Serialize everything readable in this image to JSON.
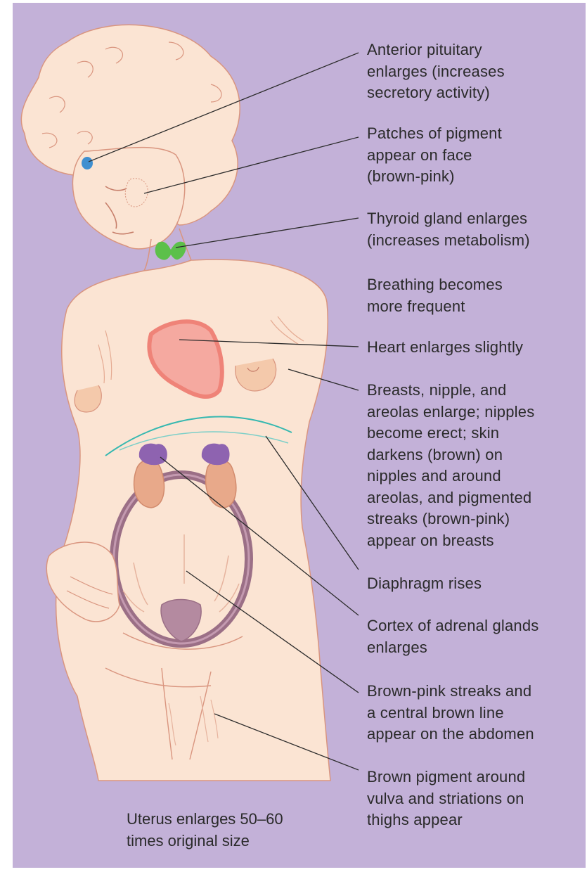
{
  "labels": {
    "pituitary": "Anterior pituitary\nenlarges (increases\nsecretory activity)",
    "face_pigment": "Patches of pigment\nappear on face\n(brown-pink)",
    "thyroid": "Thyroid gland enlarges\n(increases metabolism)",
    "breathing": "Breathing becomes\nmore frequent",
    "heart": "Heart enlarges slightly",
    "breasts": "Breasts, nipple, and\nareolas enlarge; nipples\nbecome erect; skin\ndarkens (brown) on\nnipples and around\nareolas, and pigmented\nstreaks (brown-pink)\nappear on breasts",
    "diaphragm": "Diaphragm rises",
    "adrenal": "Cortex of adrenal glands\nenlarges",
    "abdomen": "Brown-pink streaks and\na central brown line\nappear on the abdomen",
    "vulva": "Brown pigment around\nvulva and striations on\nthighs appear"
  },
  "caption": "Uterus enlarges 50–60\ntimes original size",
  "colors": {
    "background": "#c3b1d8",
    "skin": "#fbe4d3",
    "outline": "#d9957f",
    "pituitary": "#3f8fd0",
    "thyroid": "#5cc04a",
    "heart": "#f08f86",
    "adrenal": "#8e63b0",
    "kidney": "#e8a98a",
    "uterus": "#9b6f86",
    "diaphragm": "#36b8b0",
    "leader_line": "#2b2b2b"
  }
}
